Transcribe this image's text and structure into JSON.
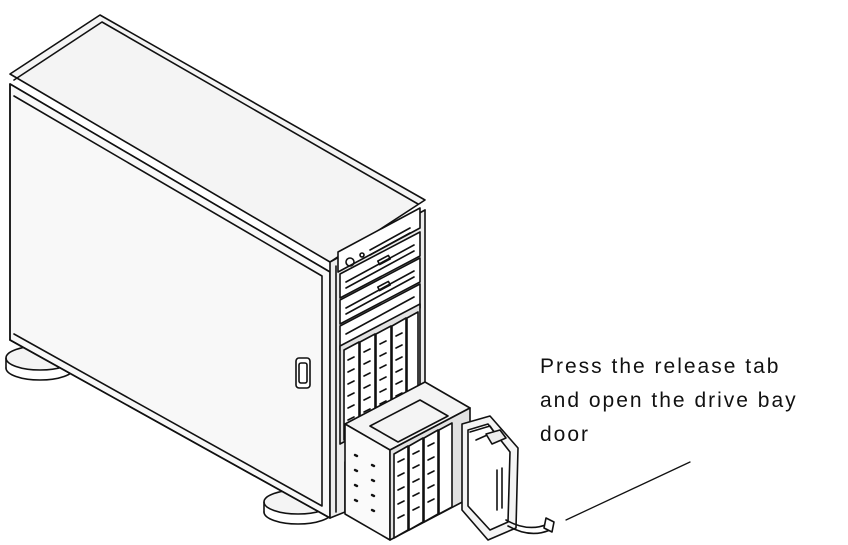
{
  "diagram": {
    "callout_lines": [
      "Press the release tab",
      "and open the drive bay",
      "door"
    ],
    "colors": {
      "line": "#111111",
      "panel_fill": "#f4f4f4",
      "side_fill": "#f8f8f8",
      "front_fill": "#ececec",
      "drive_fill": "#e2e2e2"
    }
  }
}
